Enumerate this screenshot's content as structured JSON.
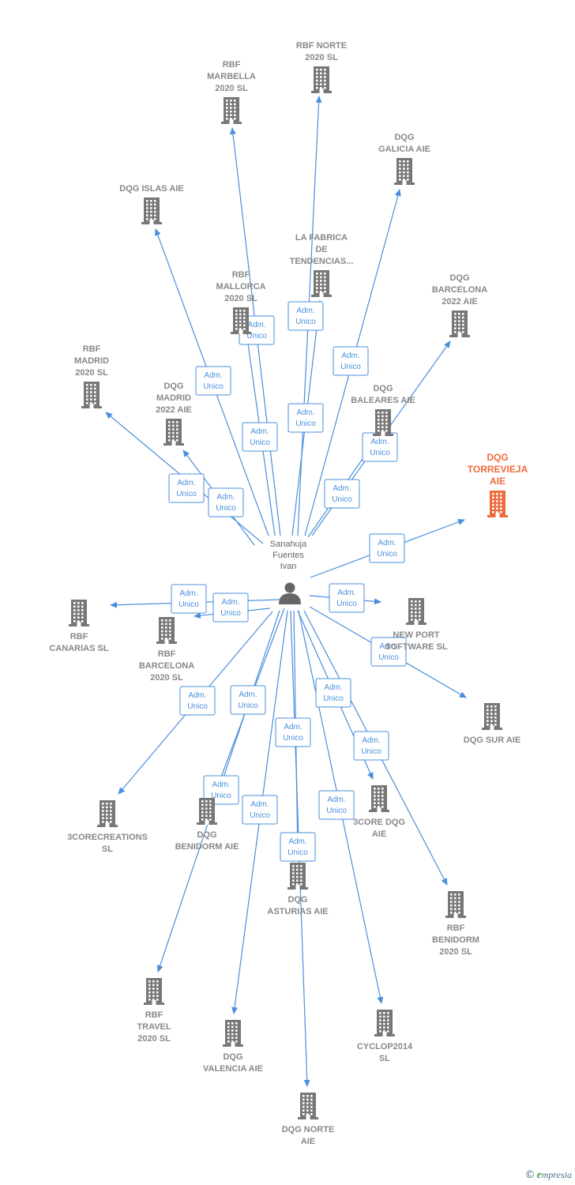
{
  "center": {
    "name_lines": [
      "Sanahuja",
      "Fuentes",
      "Ivan"
    ],
    "icon": "person-icon"
  },
  "relation_label": [
    "Adm.",
    "Unico"
  ],
  "colors": {
    "edge": "#4a8fdc",
    "building": "#777777",
    "highlight": "#ef6a3b",
    "person": "#666666"
  },
  "companies": [
    {
      "id": "rbf-norte-2020-sl",
      "lines": [
        "RBF NORTE",
        "2020  SL"
      ]
    },
    {
      "id": "rbf-marbella-2020-sl",
      "lines": [
        "RBF",
        "MARBELLA",
        "2020  SL"
      ]
    },
    {
      "id": "dqg-galicia-aie",
      "lines": [
        "DQG",
        "GALICIA  AIE"
      ]
    },
    {
      "id": "dqg-islas-aie",
      "lines": [
        "DQG ISLAS  AIE"
      ]
    },
    {
      "id": "la-fabrica-de-tendencias",
      "lines": [
        "LA FABRICA",
        "DE",
        "TENDENCIAS..."
      ]
    },
    {
      "id": "rbf-mallorca-2020-sl",
      "lines": [
        "RBF",
        "MALLORCA",
        "2020  SL"
      ]
    },
    {
      "id": "dqg-barcelona-2022-aie",
      "lines": [
        "DQG",
        "BARCELONA",
        "2022  AIE"
      ]
    },
    {
      "id": "rbf-madrid-2020-sl",
      "lines": [
        "RBF",
        "MADRID",
        "2020  SL"
      ]
    },
    {
      "id": "dqg-madrid-2022-aie",
      "lines": [
        "DQG",
        "MADRID",
        "2022  AIE"
      ]
    },
    {
      "id": "dqg-baleares-aie",
      "lines": [
        "DQG",
        "BALEARES  AIE"
      ]
    },
    {
      "id": "dqg-torrevieja-aie",
      "lines": [
        "DQG",
        "TORREVIEJA",
        "AIE"
      ],
      "highlight": true
    },
    {
      "id": "rbf-canarias-sl",
      "lines": [
        "RBF",
        "CANARIAS  SL"
      ]
    },
    {
      "id": "rbf-barcelona-2020-sl",
      "lines": [
        "RBF",
        "BARCELONA",
        "2020  SL"
      ]
    },
    {
      "id": "new-port-software-sl",
      "lines": [
        "NEW PORT",
        "SOFTWARE SL"
      ]
    },
    {
      "id": "dqg-sur-aie",
      "lines": [
        "DQG SUR  AIE"
      ]
    },
    {
      "id": "3corecreations-sl",
      "lines": [
        "3CORECREATIONS",
        "SL"
      ]
    },
    {
      "id": "dqg-benidorm-aie",
      "lines": [
        "DQG",
        "BENIDORM  AIE"
      ]
    },
    {
      "id": "3core-dqg-aie",
      "lines": [
        "3CORE DQG",
        "AIE"
      ]
    },
    {
      "id": "dqg-asturias-aie",
      "lines": [
        "DQG",
        "ASTURIAS  AIE"
      ]
    },
    {
      "id": "rbf-benidorm-2020-sl",
      "lines": [
        "RBF",
        "BENIDORM",
        "2020  SL"
      ]
    },
    {
      "id": "rbf-travel-2020-sl",
      "lines": [
        "RBF",
        "TRAVEL",
        "2020  SL"
      ]
    },
    {
      "id": "dqg-valencia-aie",
      "lines": [
        "DQG",
        "VALENCIA  AIE"
      ]
    },
    {
      "id": "cyclop2014-sl",
      "lines": [
        "CYCLOP2014",
        "SL"
      ]
    },
    {
      "id": "dqg-norte-aie",
      "lines": [
        "DQG NORTE",
        "AIE"
      ]
    }
  ],
  "footer": {
    "copyright": "©",
    "brand_first": "e",
    "brand_rest": "mpresia"
  }
}
